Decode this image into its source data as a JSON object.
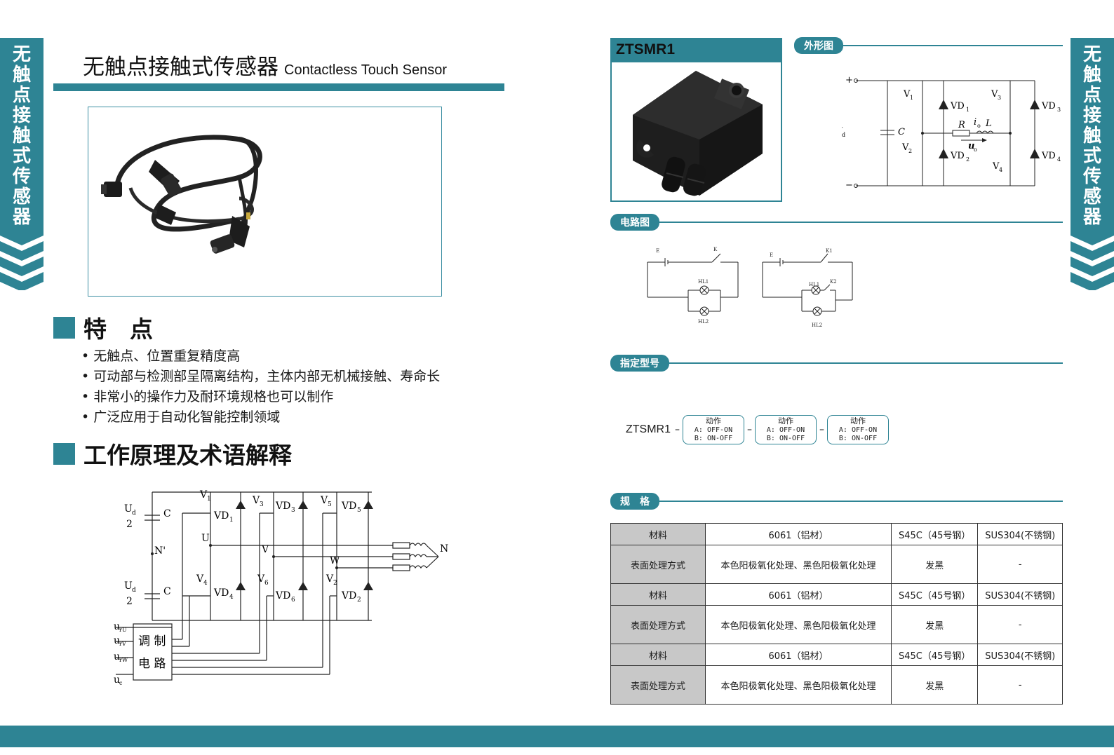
{
  "side_tab": {
    "text": [
      "无",
      "触",
      "点",
      "接",
      "触",
      "式",
      "传",
      "感",
      "器"
    ]
  },
  "header": {
    "title_cn": "无触点接触式传感器",
    "title_en": "Contactless Touch Sensor"
  },
  "features": {
    "heading": "特　点",
    "items": [
      "无触点、位置重复精度高",
      "可动部与检测部呈隔离结构，主体内部无机械接触、寿命长",
      "非常小的操作力及耐环境规格也可以制作",
      "广泛应用于自动化智能控制领域"
    ]
  },
  "principle": {
    "heading": "工作原理及术语解释"
  },
  "inverter_diagram": {
    "ud_top": "U",
    "ud_sub": "d",
    "half": "2",
    "cap": "C",
    "neutral": "N'",
    "v1": "V",
    "v1s": "1",
    "v3": "V",
    "v3s": "3",
    "v5": "V",
    "v5s": "5",
    "v4": "V",
    "v4s": "4",
    "v6": "V",
    "v6s": "6",
    "v2": "V",
    "v2s": "2",
    "vd1": "VD",
    "vd1s": "1",
    "vd3": "VD",
    "vd3s": "3",
    "vd5": "VD",
    "vd5s": "5",
    "vd4": "VD",
    "vd4s": "4",
    "vd6": "VD",
    "vd6s": "6",
    "vd2": "VD",
    "vd2s": "2",
    "phase_u": "U",
    "phase_v": "V",
    "phase_w": "W",
    "node_n": "N",
    "in1": "u",
    "in1s": "rU",
    "in2": "u",
    "in2s": "rV",
    "in3": "u",
    "in3s": "rW",
    "in4": "u",
    "in4s": "c",
    "mod_line1": "调 制",
    "mod_line2": "电 路"
  },
  "model": {
    "name": "ZTSMR1"
  },
  "outline": {
    "label": "外形图"
  },
  "hbridge": {
    "plus": "+",
    "minus": "−",
    "ud": "U",
    "ud_sub": "d",
    "cap": "C",
    "v1": "V",
    "v1s": "1",
    "v2": "V",
    "v2s": "2",
    "v3": "V",
    "v3s": "3",
    "v4": "V",
    "v4s": "4",
    "vd1": "VD",
    "vd1s": "1",
    "vd2": "VD",
    "vd2s": "2",
    "vd3": "VD",
    "vd3s": "3",
    "vd4": "VD",
    "vd4s": "4",
    "r": "R",
    "io": "i",
    "ios": "o",
    "l": "L",
    "uo": "u",
    "uos": "o"
  },
  "circuit": {
    "label": "电路图",
    "c1_e": "E",
    "c1_k": "K",
    "c1_hl1": "HL1",
    "c1_hl2": "HL2",
    "c2_e": "E",
    "c2_k1": "K1",
    "c2_k2": "K2",
    "c2_hl1": "HL1",
    "c2_hl2": "HL2"
  },
  "ordering": {
    "label": "指定型号",
    "prefix": "ZTSMR1",
    "sep": "–",
    "options": [
      {
        "title": "动作",
        "a": "A: OFF-ON",
        "b": "B: ON-OFF"
      },
      {
        "title": "动作",
        "a": "A: OFF-ON",
        "b": "B: ON-OFF"
      },
      {
        "title": "动作",
        "a": "A: OFF-ON",
        "b": "B: ON-OFF"
      }
    ]
  },
  "specs": {
    "label": "规　格",
    "rows": [
      [
        "材料",
        "6061（铝材）",
        "S45C（45号钢）",
        "SUS304(不锈钢)"
      ],
      [
        "表面处理方式",
        "本色阳极氧化处理、黑色阳极氧化处理",
        "发黑",
        "-"
      ],
      [
        "材料",
        "6061（铝材）",
        "S45C（45号钢）",
        "SUS304(不锈钢)"
      ],
      [
        "表面处理方式",
        "本色阳极氧化处理、黑色阳极氧化处理",
        "发黑",
        "-"
      ],
      [
        "材料",
        "6061（铝材）",
        "S45C（45号钢）",
        "SUS304(不锈钢)"
      ],
      [
        "表面处理方式",
        "本色阳极氧化处理、黑色阳极氧化处理",
        "发黑",
        "-"
      ]
    ]
  },
  "colors": {
    "accent": "#2e8494"
  }
}
